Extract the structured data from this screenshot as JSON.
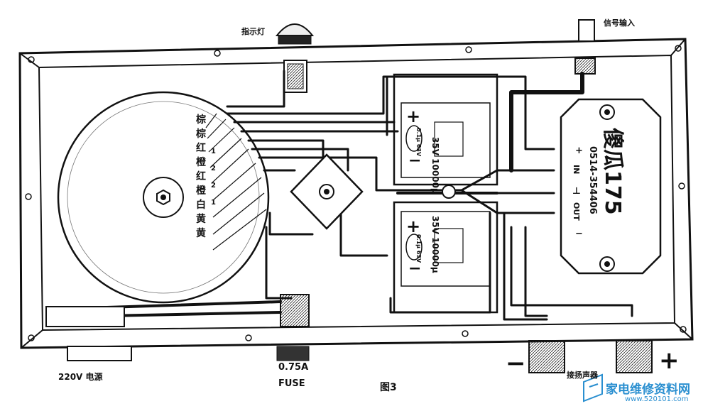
{
  "labels": {
    "indicator_lamp": "指示灯",
    "signal_input": "信号输入",
    "power": "220V 电源",
    "fuse_rating": "0.75A",
    "fuse": "FUSE",
    "figure": "图3",
    "speaker": "接扬声器",
    "minus": "−",
    "plus": "+"
  },
  "wire_colors": [
    "棕",
    "棕",
    "红",
    "1",
    "橙",
    "2",
    "红",
    "2",
    "橙",
    "1",
    "白",
    "黄",
    "黄"
  ],
  "capacitor_top": {
    "plus": "+",
    "minus": "−",
    "rating": "35V 10000μ",
    "small_cap": "0.1μ 63V"
  },
  "capacitor_bottom": {
    "plus": "+",
    "minus": "−",
    "rating": "35V 10000μ",
    "small_cap": "0.1μ 63V"
  },
  "module": {
    "brand": "傻瓜175",
    "phone": "0514-354406",
    "pins": [
      "+",
      "IN",
      "⊥",
      "OUT",
      "−"
    ]
  },
  "watermark": {
    "name": "家电维修资料网",
    "url": "www.520101.com"
  }
}
